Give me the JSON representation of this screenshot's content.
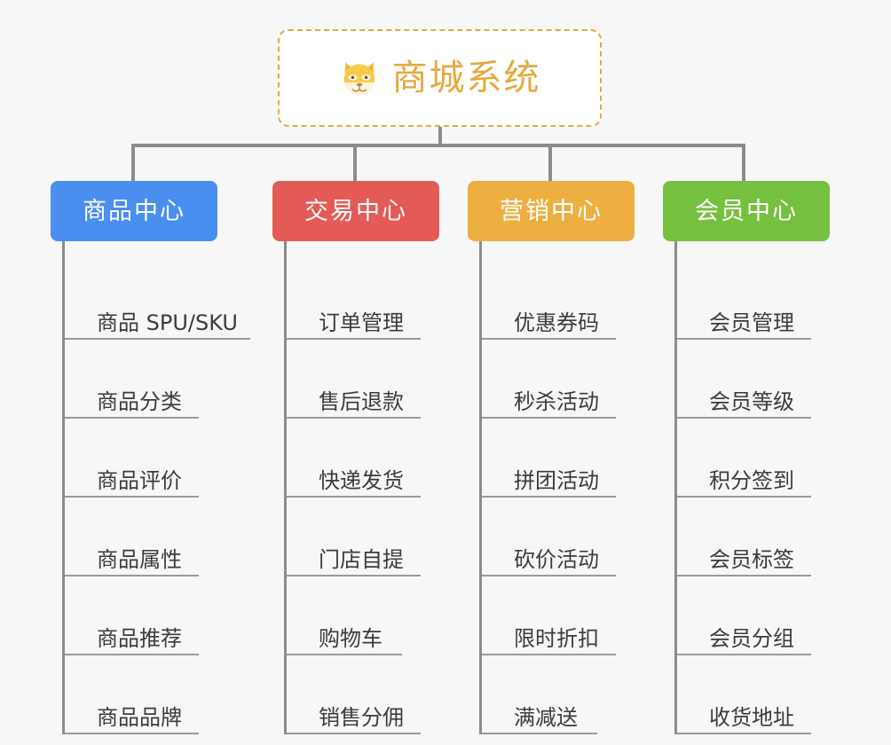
{
  "page": {
    "background_color": "#f7f7f7",
    "line_color": "#8c8c8c",
    "leaf_text_color": "#3b3b42"
  },
  "root": {
    "icon": "shiba-dog-face-icon",
    "title": "商城系统",
    "title_color": "#e4a93f",
    "border_color": "#e7a93e",
    "border_style": "dashed",
    "background_color": "#ffffff"
  },
  "columns": [
    {
      "header": "商品中心",
      "color": "#4a8ef0",
      "items": [
        "商品 SPU/SKU",
        "商品分类",
        "商品评价",
        "商品属性",
        "商品推荐",
        "商品品牌"
      ]
    },
    {
      "header": "交易中心",
      "color": "#e45a57",
      "items": [
        "订单管理",
        "售后退款",
        "快递发货",
        "门店自提",
        "购物车",
        "销售分佣"
      ]
    },
    {
      "header": "营销中心",
      "color": "#eeaf41",
      "items": [
        "优惠券码",
        "秒杀活动",
        "拼团活动",
        "砍价活动",
        "限时折扣",
        "满减送"
      ]
    },
    {
      "header": "会员中心",
      "color": "#76c040",
      "items": [
        "会员管理",
        "会员等级",
        "积分签到",
        "会员标签",
        "会员分组",
        "收货地址"
      ]
    }
  ]
}
